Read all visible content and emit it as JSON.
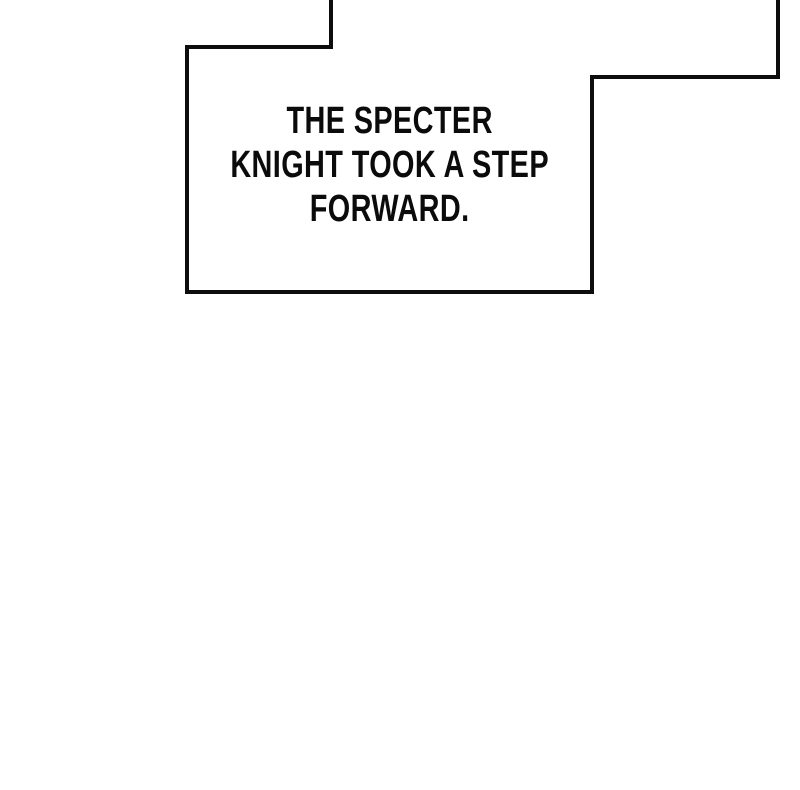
{
  "panel": {
    "caption_lines": [
      "THE SPECTER",
      "KNIGHT TOOK A STEP",
      "FORWARD."
    ],
    "border_color": "#0d0d0d",
    "text_color": "#0b0b0b",
    "background_color": "#ffffff"
  }
}
